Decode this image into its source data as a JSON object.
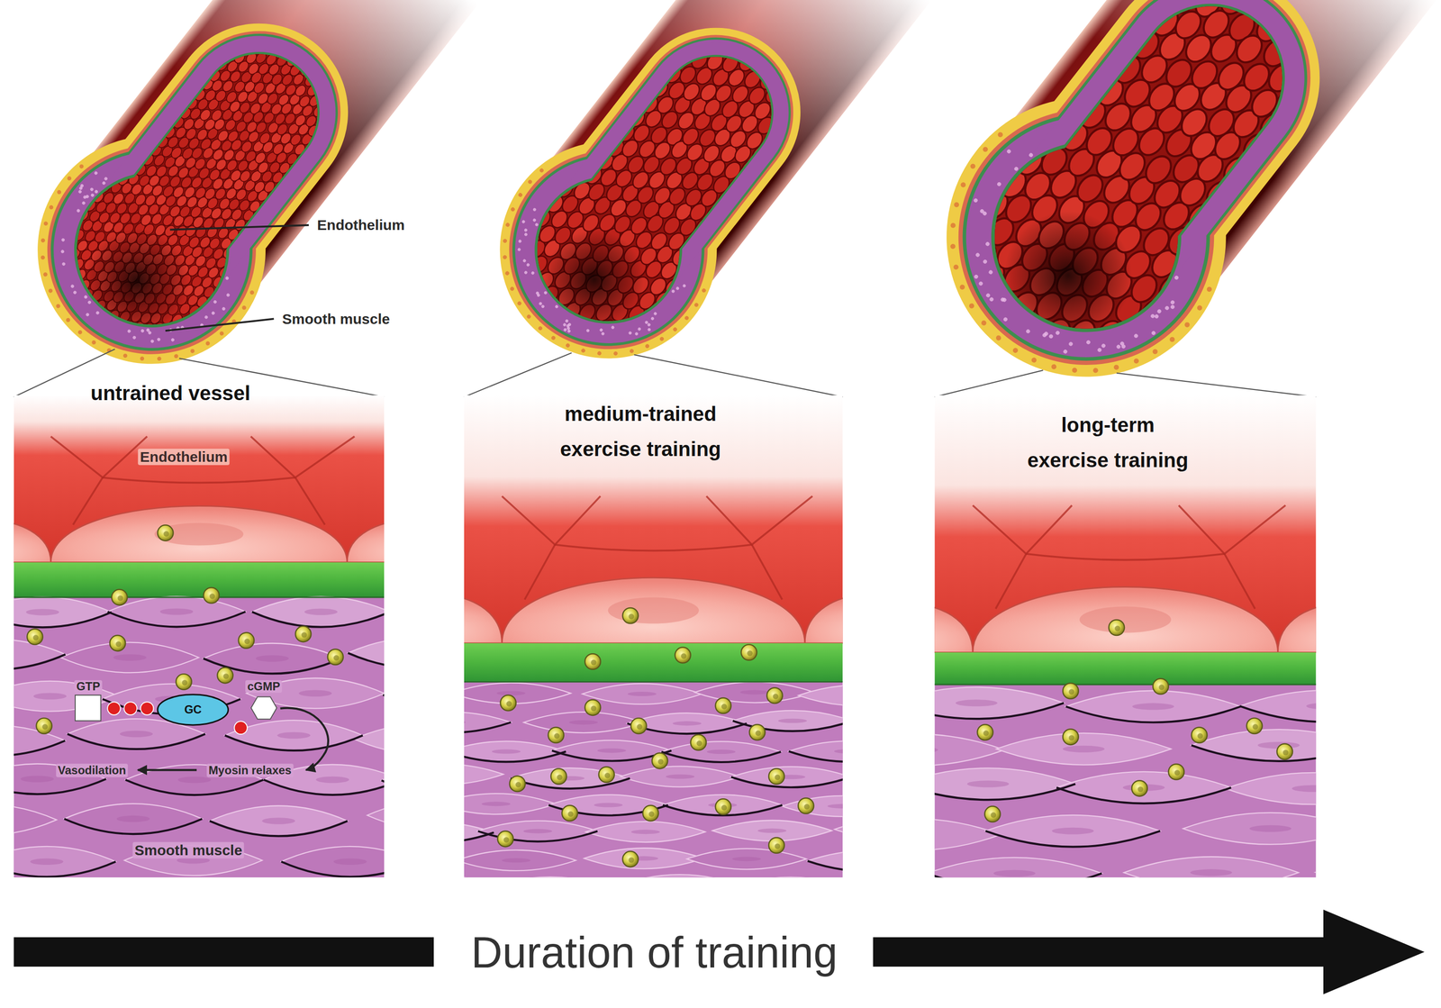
{
  "diagram": {
    "nodes": [
      {
        "text": [
          "untrained vessel"
        ]
      },
      {
        "text": [
          "GTP"
        ],
        "in": 0
      },
      {
        "text": [
          "GC"
        ],
        "in": 0
      },
      {
        "text": [
          "cGMP"
        ],
        "in": 0
      },
      {
        "text": [
          "medium-trained exercise training"
        ]
      },
      {
        "text": [
          "long-term exercise training"
        ]
      }
    ],
    "labels": [
      "Endothelium",
      "Smooth muscle",
      "Endothelium",
      "Vasodilation",
      "Myosin relaxes",
      "Smooth muscle",
      "Duration of training"
    ]
  }
}
